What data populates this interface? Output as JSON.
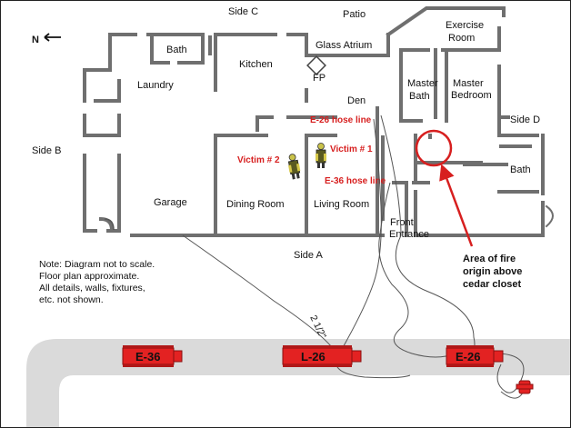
{
  "compass": {
    "label": "N"
  },
  "sides": {
    "a": "Side A",
    "b": "Side B",
    "c": "Side C",
    "d": "Side D"
  },
  "rooms": {
    "patio": "Patio",
    "glass_atrium": "Glass Atrium",
    "exercise_1": "Exercise",
    "exercise_2": "Room",
    "bath_top": "Bath",
    "kitchen": "Kitchen",
    "laundry": "Laundry",
    "fp": "FP",
    "den": "Den",
    "master_bath_1": "Master",
    "master_bath_2": "Bath",
    "master_bedroom_1": "Master",
    "master_bedroom_2": "Bedroom",
    "bath_right": "Bath",
    "garage": "Garage",
    "dining_room": "Dining  Room",
    "living_room": "Living Room",
    "front_entrance_1": "Front",
    "front_entrance_2": "Entrance"
  },
  "victims": {
    "v1": "Victim # 1",
    "v2": "Victim # 2"
  },
  "hose_lines": {
    "e26": "E-26 hose line",
    "e36": "E-36 hose line",
    "size": "2 1/2\""
  },
  "fire_origin": [
    "Area of fire",
    "origin above",
    "cedar closet"
  ],
  "note": [
    "Note: Diagram not to scale.",
    "Floor plan approximate.",
    "All details, walls, fixtures,",
    "etc. not shown."
  ],
  "apparatus": {
    "e36": "E-36",
    "l26": "L-26",
    "e26": "E-26"
  },
  "colors": {
    "accent": "#d71f1f",
    "wall": "#6b6b6b",
    "road": "#d9d9d9",
    "truck": "#e32222"
  }
}
